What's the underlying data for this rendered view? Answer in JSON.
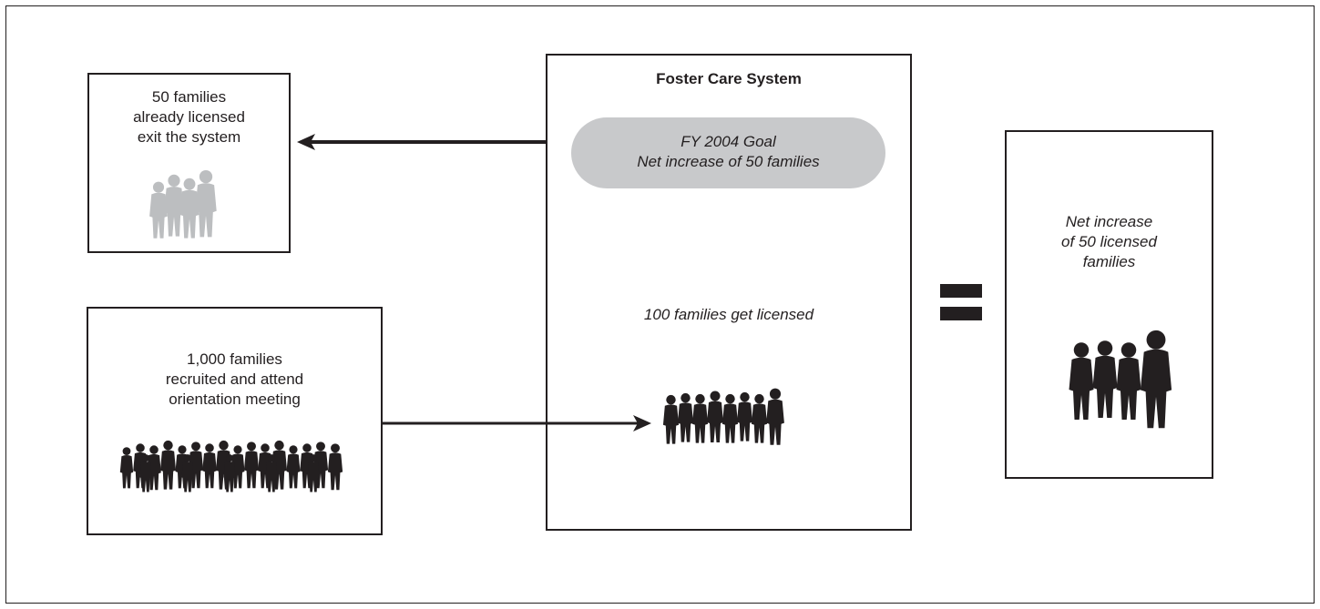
{
  "exit_box": {
    "lines": [
      "50 families",
      "already licensed",
      "exit the system"
    ]
  },
  "recruit_box": {
    "lines": [
      "1,000 families",
      "recruited and attend",
      "orientation meeting"
    ]
  },
  "system_box": {
    "title": "Foster Care System",
    "goal_lines": [
      "FY 2004 Goal",
      "Net increase of 50 families"
    ],
    "licensed_text": "100 families get licensed"
  },
  "result_box": {
    "lines": [
      "Net increase",
      "of 50 licensed",
      "families"
    ]
  },
  "colors": {
    "ink": "#231f20",
    "exit_figures": "#bcbec0",
    "goal_pill": "#c8c9cb"
  },
  "icons": {
    "exit_group": "family-silhouette-icon",
    "recruit_crowd": "crowd-silhouette-icon",
    "licensed_group": "group-silhouette-icon",
    "result_group": "family-silhouette-icon",
    "equals": "equals-sign-icon"
  }
}
